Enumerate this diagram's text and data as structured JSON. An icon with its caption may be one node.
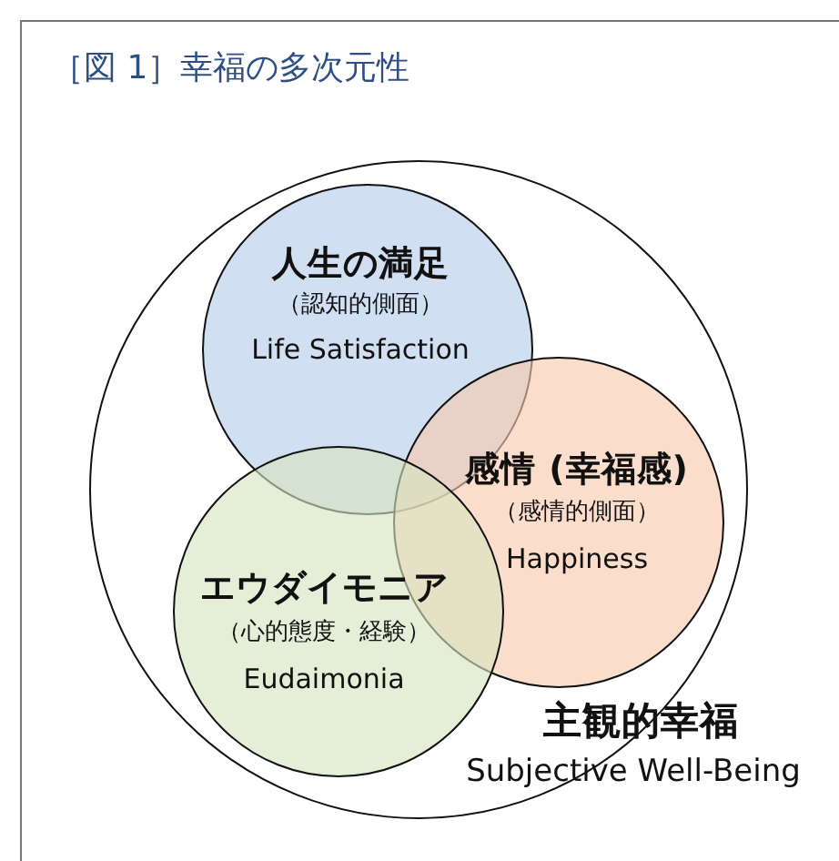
{
  "diagram": {
    "title": "［図 1］幸福の多次元性",
    "nodes": [
      {
        "text": [
          "主観的幸福",
          "Subjective Well-Being"
        ]
      },
      {
        "text": [
          "人生の満足",
          "（認知的側面）",
          "Life Satisfaction"
        ],
        "in": 0
      },
      {
        "text": [
          "感情 (幸福感)",
          "（感情的側面）",
          "Happiness"
        ],
        "in": 0
      },
      {
        "text": [
          "エウダイモニア",
          "（心的態度・経験）",
          "Eudaimonia"
        ],
        "in": 0
      }
    ]
  }
}
